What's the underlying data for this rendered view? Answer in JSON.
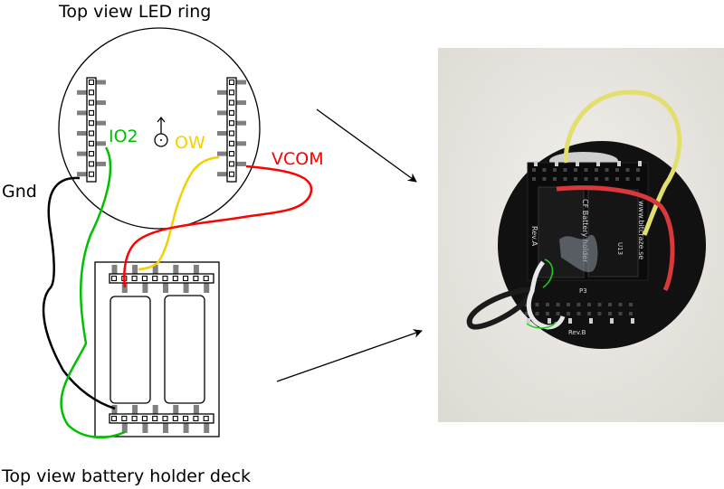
{
  "titles": {
    "led_ring": "Top view LED ring",
    "battery_deck": "Top view battery holder deck"
  },
  "wire_labels": {
    "io2": "IO2",
    "ow": "OW",
    "vcom": "VCOM",
    "gnd": "Gnd"
  },
  "colors": {
    "io2": "#00c000",
    "ow": "#f5d000",
    "vcom": "#ff0000",
    "gnd": "#000000",
    "pin_gray": "#808080"
  },
  "photo": {
    "silk_texts": [
      "CF Battery holder",
      "www.bitcraze.se",
      "Rev.A",
      "Rev.B",
      "U13",
      "P3"
    ]
  }
}
